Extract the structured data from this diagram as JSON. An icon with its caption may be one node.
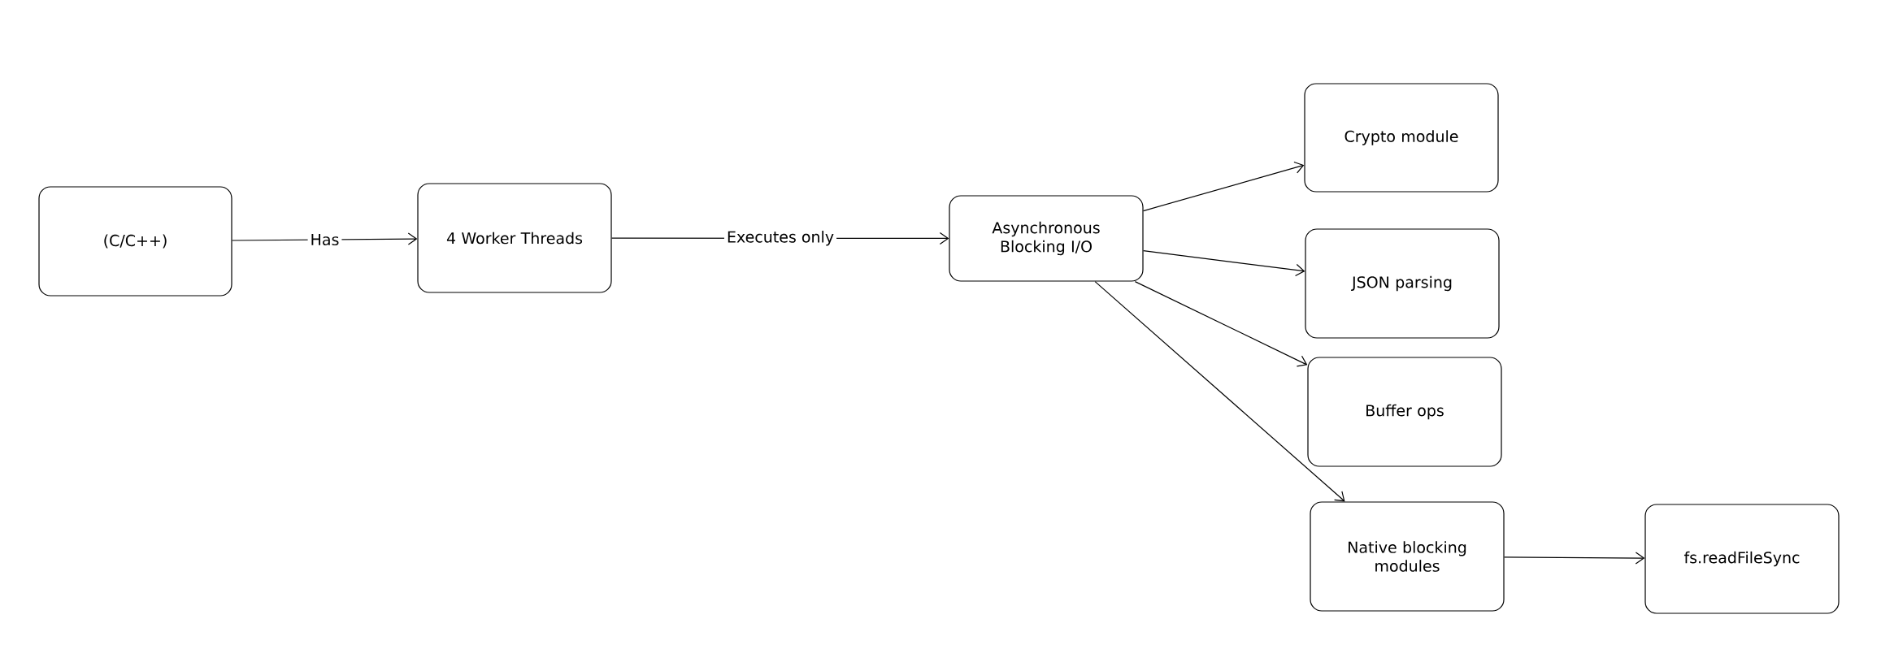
{
  "diagram": {
    "nodes": [
      {
        "text": [
          "(C/C++)"
        ]
      },
      {
        "text": [
          "4 Worker Threads"
        ]
      },
      {
        "text": [
          "Asynchronous Blocking I/O"
        ]
      },
      {
        "text": [
          "Crypto module"
        ]
      },
      {
        "text": [
          "JSON parsing"
        ]
      },
      {
        "text": [
          "Buffer ops"
        ]
      },
      {
        "text": [
          "Native blocking modules"
        ]
      },
      {
        "text": [
          "fs.readFileSync"
        ]
      }
    ],
    "edges": [
      {
        "from": 0,
        "to": 1,
        "arrow": "to",
        "label": "Has"
      },
      {
        "from": 1,
        "to": 2,
        "arrow": "to",
        "label": "Executes only"
      },
      {
        "from": 2,
        "to": 3,
        "arrow": "to"
      },
      {
        "from": 2,
        "to": 4,
        "arrow": "to"
      },
      {
        "from": 2,
        "to": 5,
        "arrow": "to"
      },
      {
        "from": 2,
        "to": 6,
        "arrow": "to"
      },
      {
        "from": 6,
        "to": 7,
        "arrow": "to"
      }
    ]
  }
}
